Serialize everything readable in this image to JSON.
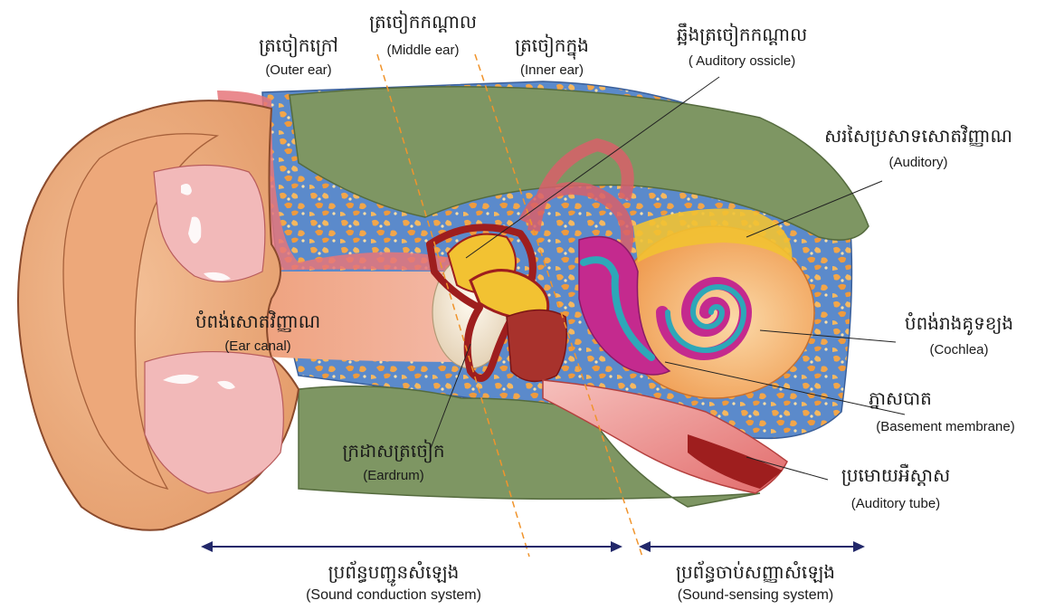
{
  "labels": {
    "outer_ear": {
      "km": "ត្រចៀកក្រៅ",
      "en": "(Outer ear)"
    },
    "middle_ear": {
      "km": "ត្រចៀកកណ្ដាល",
      "en": "(Middle ear)"
    },
    "inner_ear": {
      "km": "ត្រចៀកក្នុង",
      "en": "(Inner ear)"
    },
    "ossicle": {
      "km": "ឆ្អឹងត្រចៀកកណ្ដាល",
      "en": "( Auditory ossicle)"
    },
    "auditory_nerve": {
      "km": "សរសៃប្រសាទសោតវិញ្ញាណ",
      "en": "(Auditory)"
    },
    "ear_canal": {
      "km": "បំពង់សោតវិញ្ញាណ",
      "en": "(Ear canal)"
    },
    "cochlea": {
      "km": "បំពង់រាងគូទខ្យង",
      "en": "(Cochlea)"
    },
    "basement_membrane": {
      "km": "ភ្នាសបាត",
      "en": "(Basement membrane)"
    },
    "eardrum": {
      "km": "ក្រដាសត្រចៀក",
      "en": "(Eardrum)"
    },
    "auditory_tube": {
      "km": "ប្រមោយអឺស្តាស",
      "en": "(Auditory tube)"
    },
    "conduction_system": {
      "km": "ប្រព័ន្ធបញ្ជូនសំឡេង",
      "en": "(Sound conduction system)"
    },
    "sensing_system": {
      "km": "ប្រព័ន្ធចាប់សញ្ញាសំឡេង",
      "en": "(Sound-sensing system)"
    }
  },
  "colors": {
    "skin": "#e8a274",
    "skin_outline": "#8a4a2c",
    "bone_olive": "#7f9662",
    "bone_blue": "#4d7fc4",
    "speckle": "#f0a448",
    "canal_pink": "#f0b0b4",
    "ossicle_dark": "#9e1e1e",
    "ossicle_yellow": "#f2c232",
    "cochlea_orange": "#f5a85a",
    "cochlea_magenta": "#c42a8e",
    "cochlea_teal": "#2ea7b8",
    "arrow_navy": "#22286a",
    "dash_orange": "#f0942c",
    "leader": "#222222"
  }
}
